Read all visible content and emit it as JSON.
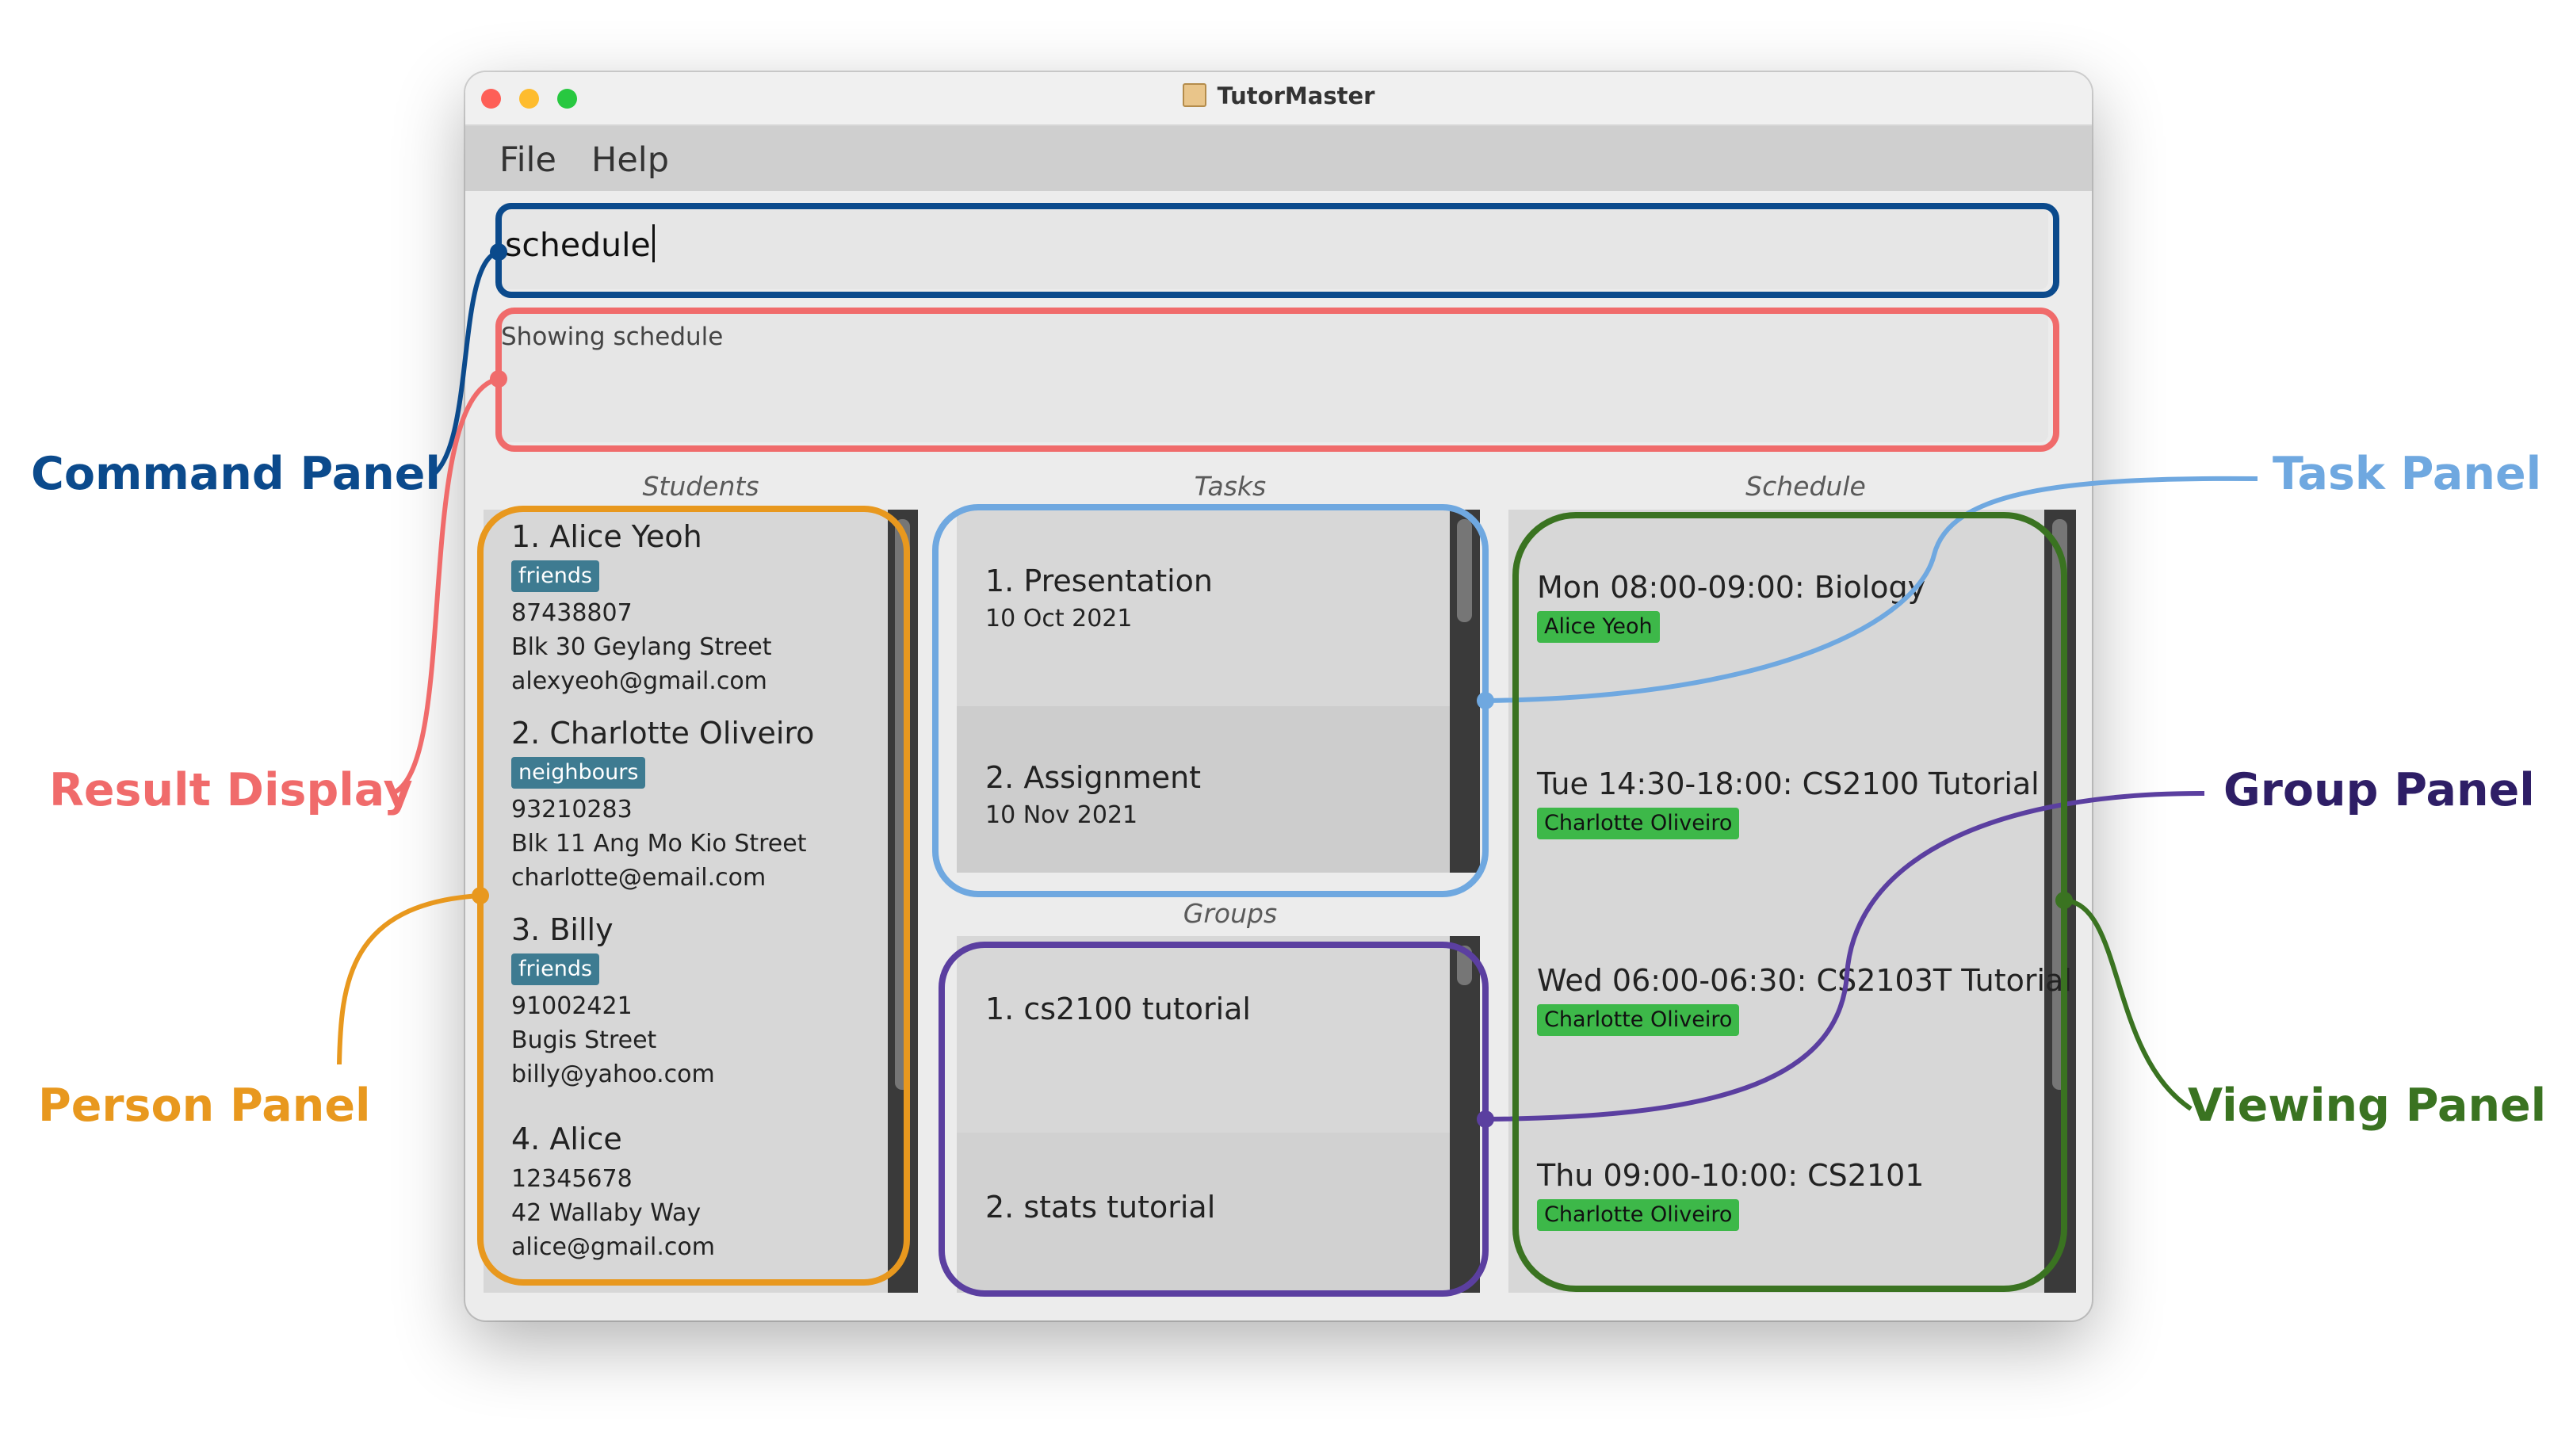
{
  "window": {
    "title": "TutorMaster"
  },
  "menu": [
    "File",
    "Help"
  ],
  "command": {
    "value": "schedule"
  },
  "result": {
    "text": "Showing schedule"
  },
  "columns": {
    "students": "Students",
    "tasks": "Tasks",
    "groups": "Groups",
    "schedule": "Schedule"
  },
  "students": [
    {
      "title": "1.  Alice Yeoh",
      "tag": "friends",
      "phone": "87438807",
      "address": "Blk 30 Geylang Street",
      "email": "alexyeoh@gmail.com"
    },
    {
      "title": "2.  Charlotte Oliveiro",
      "tag": "neighbours",
      "phone": "93210283",
      "address": "Blk 11 Ang Mo Kio Street",
      "email": "charlotte@email.com"
    },
    {
      "title": "3.  Billy",
      "tag": "friends",
      "phone": "91002421",
      "address": "Bugis Street",
      "email": "billy@yahoo.com"
    },
    {
      "title": "4.  Alice",
      "phone": "12345678",
      "address": "42 Wallaby Way",
      "email": "alice@gmail.com"
    }
  ],
  "tasks": [
    {
      "title": "1.  Presentation",
      "date": "10 Oct 2021"
    },
    {
      "title": "2.  Assignment",
      "date": "10 Nov 2021"
    }
  ],
  "groups": [
    {
      "title": "1.  cs2100 tutorial"
    },
    {
      "title": "2.  stats tutorial"
    }
  ],
  "schedule": [
    {
      "title": "Mon 08:00-09:00: Biology",
      "tag": "Alice Yeoh"
    },
    {
      "title": "Tue 14:30-18:00: CS2100 Tutorial",
      "tag": "Charlotte Oliveiro"
    },
    {
      "title": "Wed 06:00-06:30: CS2103T Tutorial",
      "tag": "Charlotte Oliveiro"
    },
    {
      "title": "Thu 09:00-10:00: CS2101",
      "tag": "Charlotte Oliveiro"
    }
  ],
  "callouts": {
    "command_panel": "Command Panel",
    "result_display": "Result Display",
    "person_panel": "Person Panel",
    "task_panel": "Task Panel",
    "group_panel": "Group Panel",
    "viewing_panel": "Viewing Panel"
  },
  "colors": {
    "command_panel": "#0b4a8c",
    "result_display": "#f06b6b",
    "person_panel": "#e8981e",
    "task_panel": "#6fa8e0",
    "group_panel": "#5b3fa0",
    "viewing_panel": "#3a7321",
    "tag_blue": "#3e7b91",
    "tag_green": "#3db849"
  }
}
